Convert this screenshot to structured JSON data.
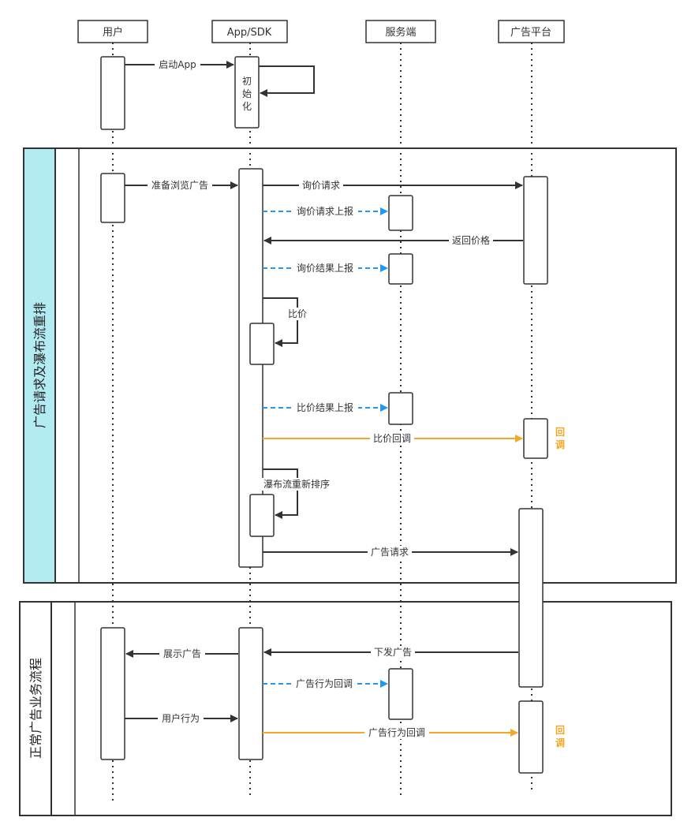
{
  "participants": [
    "用户",
    "App/SDK",
    "服务端",
    "广告平台"
  ],
  "groups": {
    "group1": "广告请求及瀑布流重排",
    "group2": "正常广告业务流程"
  },
  "messages": {
    "start_app": "启动App",
    "init": "初\n始\n化",
    "prepare_browse": "准备浏览广告",
    "inquiry_request": "询价请求",
    "inquiry_report": "询价请求上报",
    "return_price": "返回价格",
    "inquiry_result_report": "询价结果上报",
    "compare": "比价",
    "compare_result_report": "比价结果上报",
    "compare_callback": "比价回调",
    "callback_note_1": "回\n调",
    "waterfall_reorder": "瀑布流重新排序",
    "ad_request": "广告请求",
    "deliver_ad": "下发广告",
    "show_ad": "展示广告",
    "ad_behavior_callback_server": "广告行为回调",
    "user_behavior": "用户行为",
    "ad_behavior_callback_platform": "广告行为回调",
    "callback_note_2": "回\n调"
  },
  "colors": {
    "black": "#333333",
    "blue": "#2196f3",
    "orange": "#f5a623",
    "group_header": "#b2ebf2"
  }
}
